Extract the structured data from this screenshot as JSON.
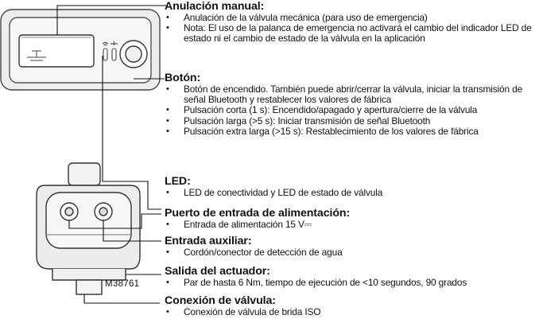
{
  "model_code": "M38761",
  "sections": [
    {
      "title": "Anulación manual:",
      "items": [
        "Anulación de la válvula mecánica (para uso de emergencia)",
        "Nota: El uso de la palanca de emergencia no activará el cambio del indicador LED de estado ni el cambio de estado de la válvula en la aplicación"
      ]
    },
    {
      "title": "Botón:",
      "items": [
        "Botón de encendido. También puede abrir/cerrar la válvula, iniciar la transmisión de señal Bluetooth y restablecer los valores de fábrica",
        "Pulsación corta (1 s): Encendido/apagado y apertura/cierre de la válvula",
        "Pulsación larga (>5 s): Iniciar transmisión de señal Bluetooth",
        "Pulsación extra larga (>15 s): Restablecimiento de los valores de fábrica"
      ]
    },
    {
      "title": "LED:",
      "items": [
        "LED de conectividad y LED de estado de válvula"
      ]
    },
    {
      "title": "Puerto de entrada de alimentación:",
      "items": [
        "Entrada de alimentación 15 V⎓"
      ]
    },
    {
      "title": "Entrada auxiliar:",
      "items": [
        "Cordón/conector de detección de agua"
      ]
    },
    {
      "title": "Salida del actuador:",
      "items": [
        "Par de hasta 6 Nm, tiempo de ejecución de <10 segundos, 90 grados"
      ]
    },
    {
      "title": "Conexión de válvula:",
      "items": [
        "Conexión de válvula de brida ISO"
      ]
    }
  ]
}
